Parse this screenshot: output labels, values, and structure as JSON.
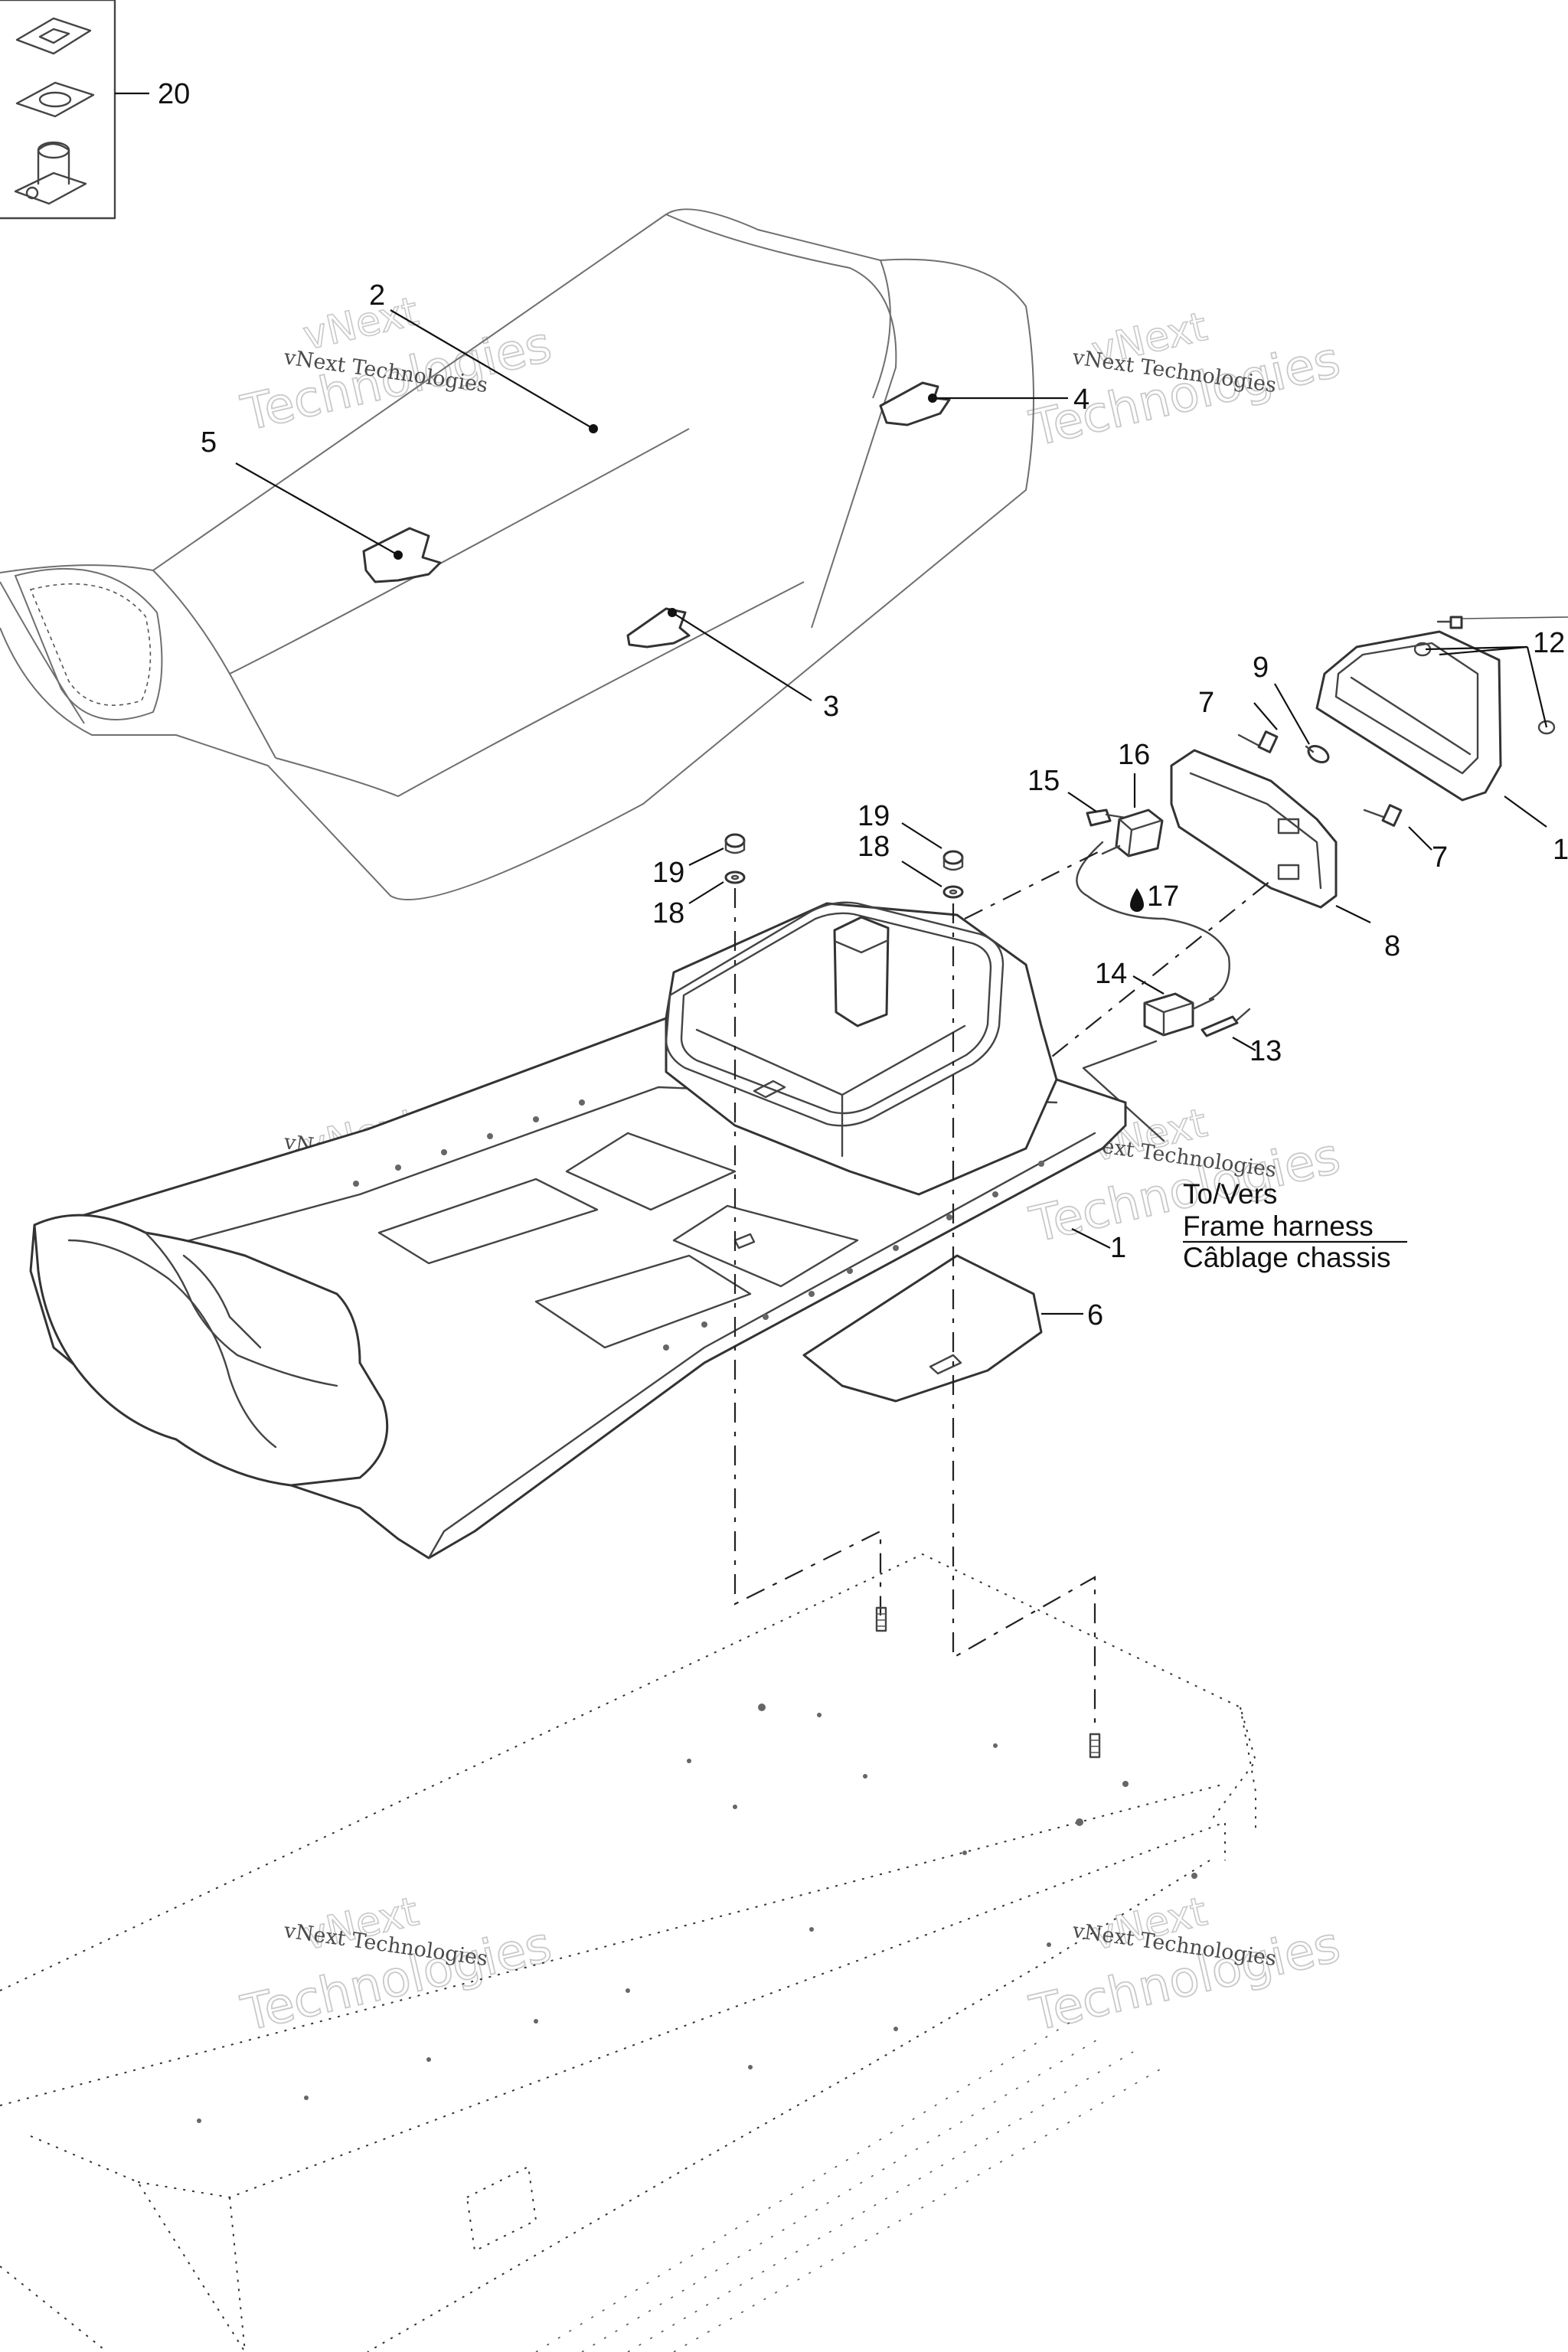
{
  "callouts": {
    "c1": "1",
    "c1b": "1",
    "c2": "2",
    "c3": "3",
    "c4": "4",
    "c5": "5",
    "c6": "6",
    "c7a": "7",
    "c7b": "7",
    "c8": "8",
    "c9": "9",
    "c12": "12",
    "c13": "13",
    "c14": "14",
    "c15": "15",
    "c16": "16",
    "c17": "17",
    "c18a": "18",
    "c18b": "18",
    "c19a": "19",
    "c19b": "19",
    "c20": "20"
  },
  "note": {
    "line1": "To/Vers",
    "line2": "Frame harness",
    "line3": "Câblage chassis"
  },
  "watermark": {
    "small": "vNext Technologies",
    "word1": "vNext",
    "word2": "Technologies"
  }
}
